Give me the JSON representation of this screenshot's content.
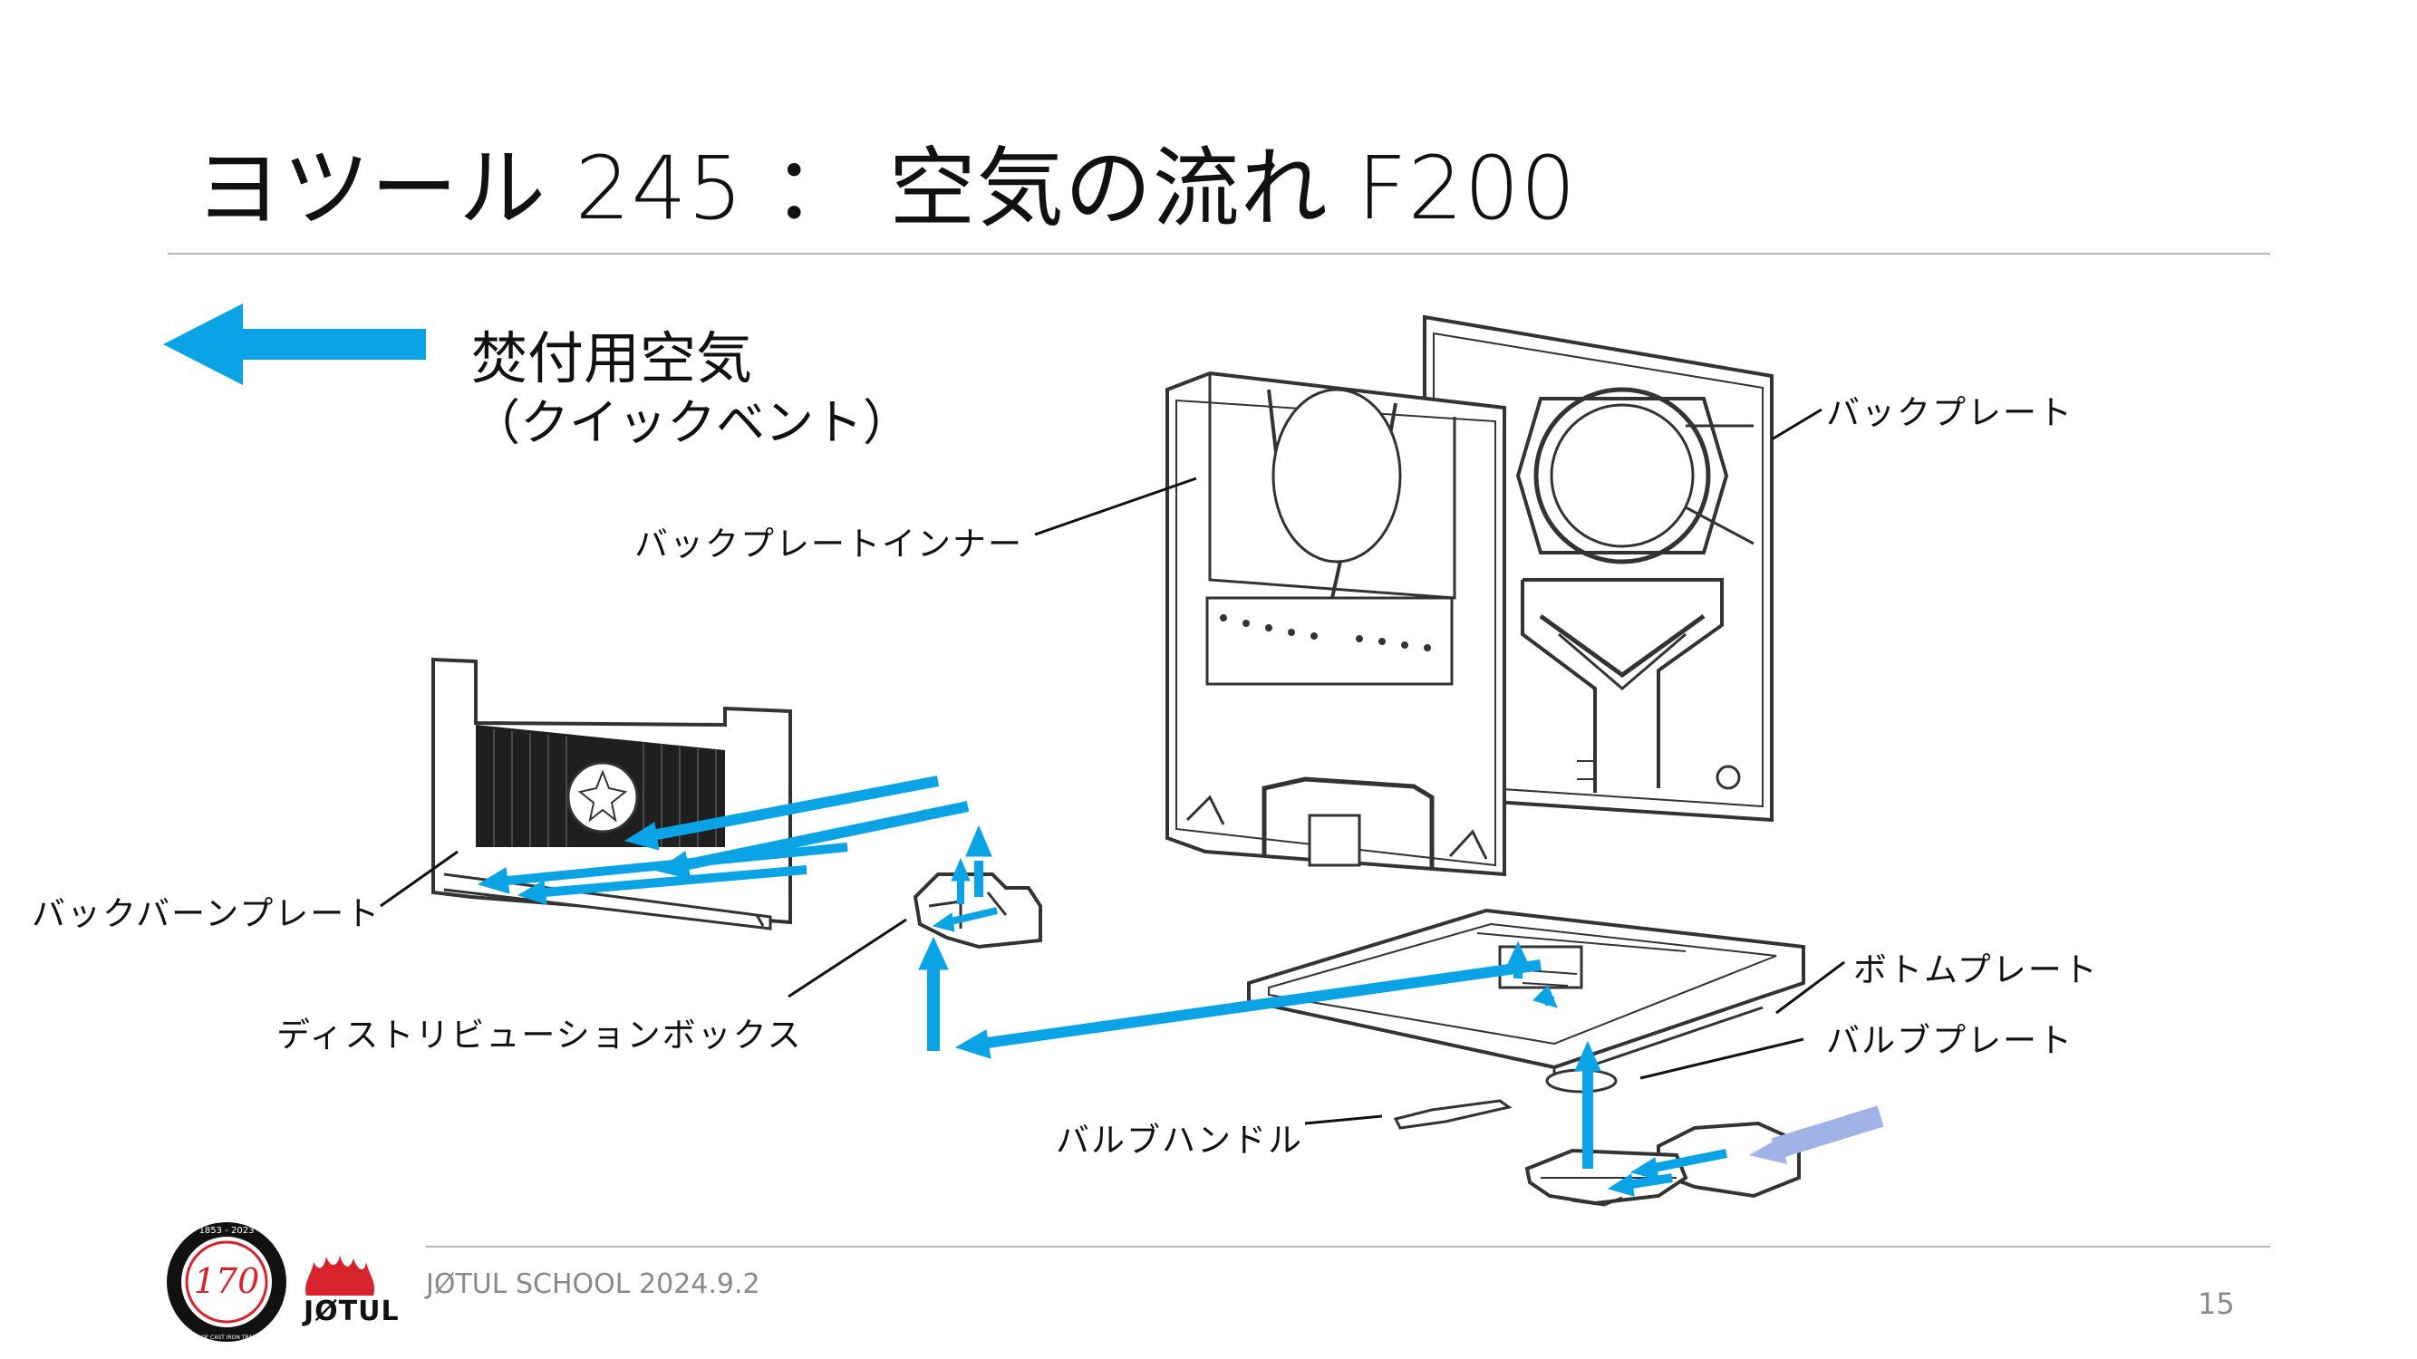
{
  "title": "ヨツール 245 ： 空気の流れ F200",
  "legend": {
    "title": "焚付用空気",
    "subtitle": "（クイックベント）",
    "arrow_color": "#0aa3e6"
  },
  "labels": {
    "back_plate": "バックプレート",
    "back_plate_inner": "バックプレートインナー",
    "back_burn_plate": "バックバーンプレート",
    "distribution_box": "ディストリビューションボックス",
    "bottom_plate": "ボトムプレート",
    "valve_plate": "バルブプレート",
    "valve_handle": "バルブハンドル"
  },
  "footer": {
    "text": "JØTUL SCHOOL 2024.9.2",
    "page_number": "15",
    "badge_years": "1853 - 2023",
    "badge_number": "170",
    "badge_tagline": "YEARS OF CAST IRON TRADITION",
    "brand": "JØTUL"
  },
  "colors": {
    "airflow": "#0aa3e6",
    "intake": "#9fb3e6",
    "line_art": "#333333",
    "grille": "#1f1f1f",
    "brand_red": "#d8232a"
  }
}
